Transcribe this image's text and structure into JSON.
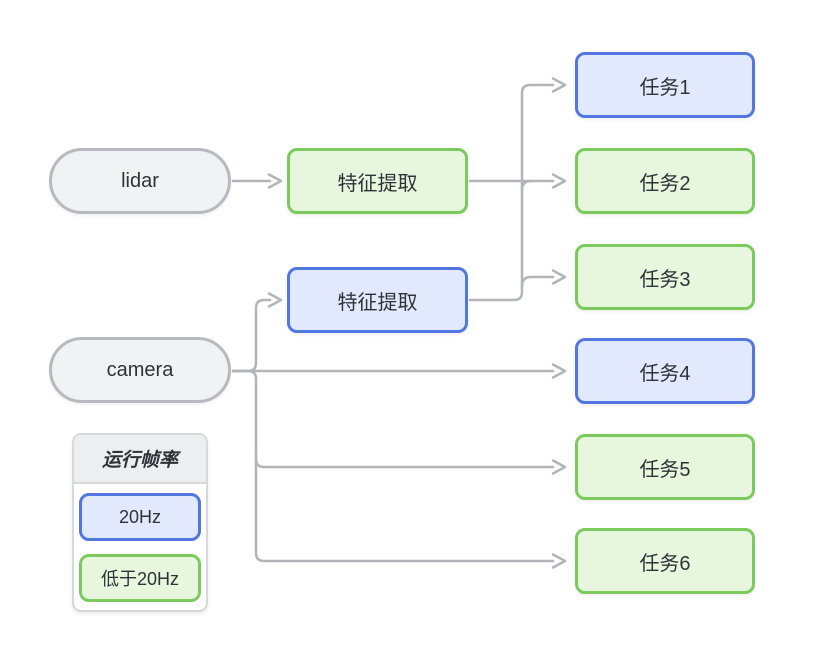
{
  "diagram": {
    "title": "sensor fusion task pipeline",
    "nodes": {
      "lidar": {
        "label": "lidar",
        "shape": "pill"
      },
      "camera": {
        "label": "camera",
        "shape": "pill"
      },
      "feature_lidar": {
        "label": "特征提取",
        "rate": "低于20Hz"
      },
      "feature_camera": {
        "label": "特征提取",
        "rate": "20Hz"
      }
    },
    "tasks": [
      {
        "label": "任务1",
        "rate": "20Hz"
      },
      {
        "label": "任务2",
        "rate": "低于20Hz"
      },
      {
        "label": "任务3",
        "rate": "低于20Hz"
      },
      {
        "label": "任务4",
        "rate": "20Hz"
      },
      {
        "label": "任务5",
        "rate": "低于20Hz"
      },
      {
        "label": "任务6",
        "rate": "低于20Hz"
      }
    ],
    "edges": [
      {
        "from": "lidar",
        "to": "feature_lidar"
      },
      {
        "from": "feature_lidar",
        "to": "任务2"
      },
      {
        "from": "feature_camera",
        "to": "任务1"
      },
      {
        "from": "feature_camera",
        "to": "任务2"
      },
      {
        "from": "feature_camera",
        "to": "任务3"
      },
      {
        "from": "camera",
        "to": "feature_camera"
      },
      {
        "from": "camera",
        "to": "任务4"
      },
      {
        "from": "camera",
        "to": "任务5"
      },
      {
        "from": "camera",
        "to": "任务6"
      }
    ],
    "legend": {
      "title": "运行帧率",
      "items": [
        {
          "label": "20Hz",
          "border_color": "#5377e0",
          "fill_color": "#e2e9fc"
        },
        {
          "label": "低于20Hz",
          "border_color": "#7cca5e",
          "fill_color": "#e7f7de"
        }
      ]
    },
    "colors": {
      "blue_border": "#5377e0",
      "blue_fill": "#e2e9fc",
      "green_border": "#7cca5e",
      "green_fill": "#e7f7de",
      "gray_border": "#b6b9bd",
      "gray_fill": "#f1f2f4",
      "arrow": "#b1b4b8",
      "text": "#2f3338"
    }
  }
}
